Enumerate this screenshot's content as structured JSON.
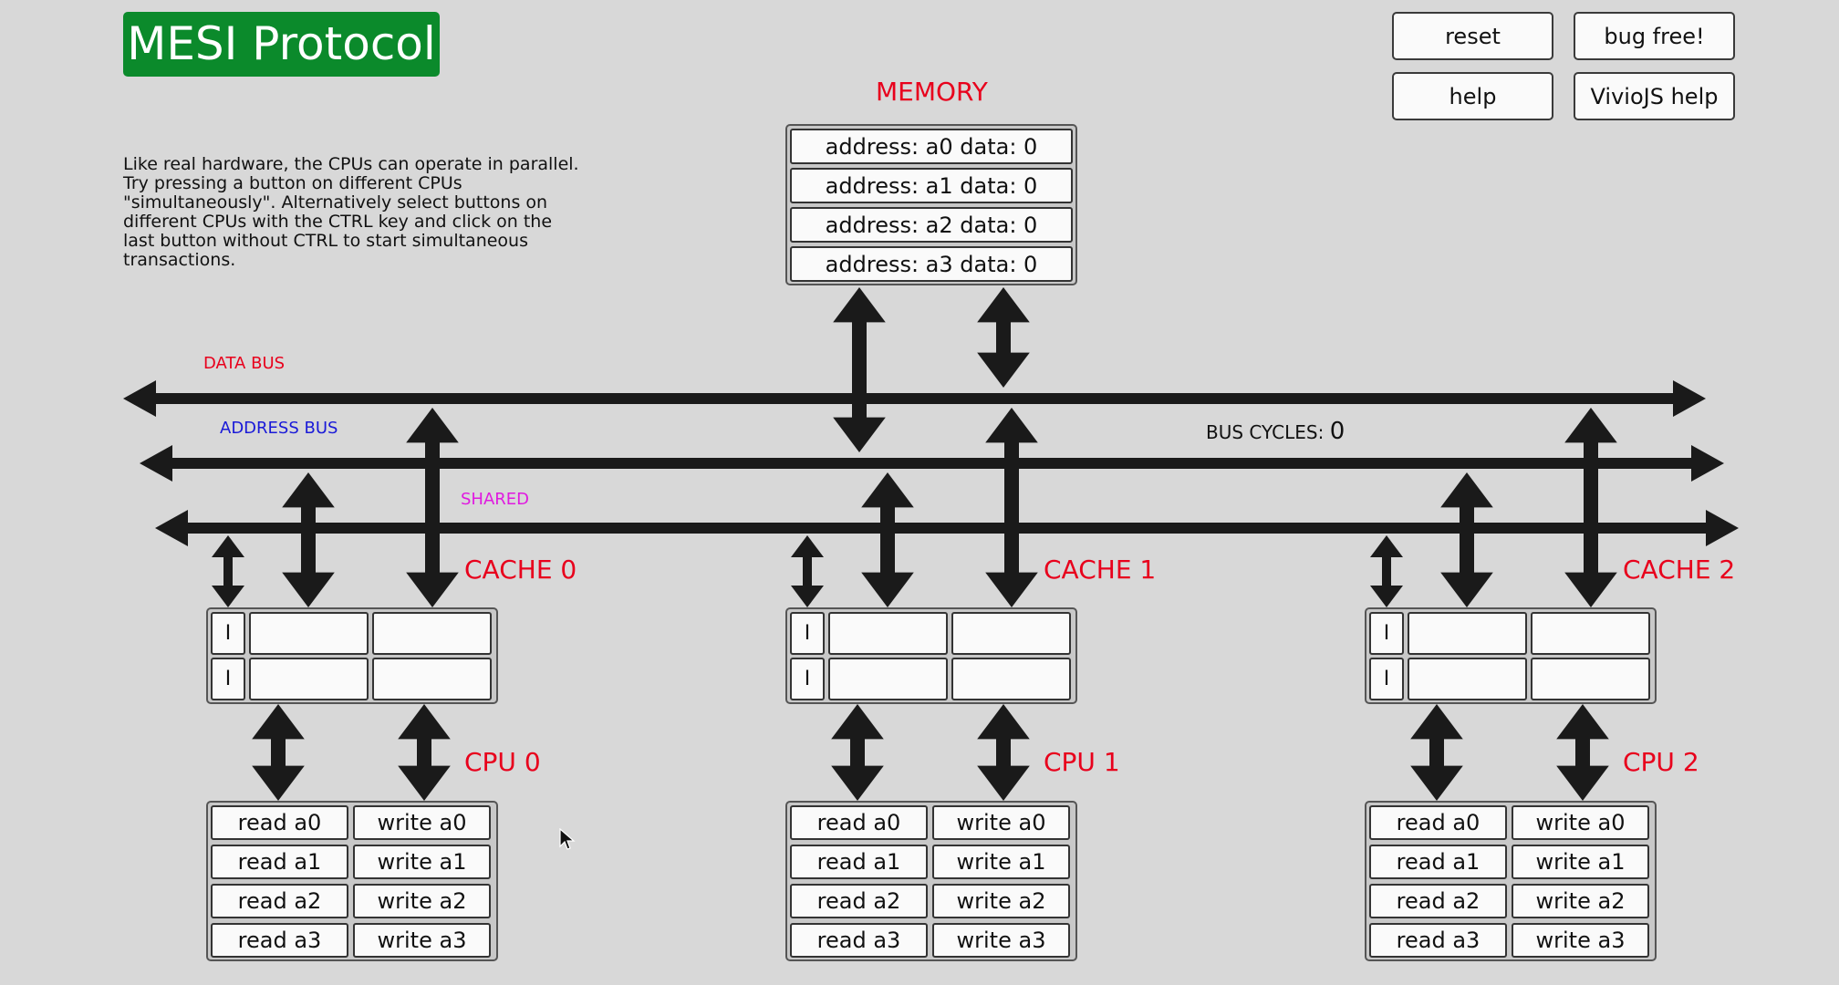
{
  "app": {
    "title": "MESI Protocol"
  },
  "top_buttons": {
    "reset": "reset",
    "bug_free": "bug free!",
    "help": "help",
    "viviojs_help": "VivioJS help"
  },
  "description": "Like real hardware, the CPUs can operate in parallel. Try pressing a button on different CPUs \"simultaneously\". Alternatively select buttons on different CPUs with the CTRL key and click on the last button without CTRL to start simultaneous transactions.",
  "memory": {
    "label": "MEMORY",
    "rows": [
      "address: a0 data: 0",
      "address: a1 data: 0",
      "address: a2 data: 0",
      "address: a3 data: 0"
    ]
  },
  "buses": {
    "data_bus": "DATA BUS",
    "address_bus": "ADDRESS BUS",
    "shared": "SHARED",
    "bus_cycles_label": "BUS CYCLES",
    "bus_cycles_sep": ":",
    "bus_cycles_value": "0"
  },
  "caches": [
    {
      "label": "CACHE 0",
      "lines": [
        {
          "state": "I",
          "address": "",
          "data": ""
        },
        {
          "state": "I",
          "address": "",
          "data": ""
        }
      ]
    },
    {
      "label": "CACHE 1",
      "lines": [
        {
          "state": "I",
          "address": "",
          "data": ""
        },
        {
          "state": "I",
          "address": "",
          "data": ""
        }
      ]
    },
    {
      "label": "CACHE 2",
      "lines": [
        {
          "state": "I",
          "address": "",
          "data": ""
        },
        {
          "state": "I",
          "address": "",
          "data": ""
        }
      ]
    }
  ],
  "cpus": [
    {
      "label": "CPU 0",
      "read": [
        "read a0",
        "read a1",
        "read a2",
        "read a3"
      ],
      "write": [
        "write a0",
        "write a1",
        "write a2",
        "write a3"
      ]
    },
    {
      "label": "CPU 1",
      "read": [
        "read a0",
        "read a1",
        "read a2",
        "read a3"
      ],
      "write": [
        "write a0",
        "write a1",
        "write a2",
        "write a3"
      ]
    },
    {
      "label": "CPU 2",
      "read": [
        "read a0",
        "read a1",
        "read a2",
        "read a3"
      ],
      "write": [
        "write a0",
        "write a1",
        "write a2",
        "write a3"
      ]
    }
  ],
  "colors": {
    "title_bg": "#0b8a2b",
    "label_red": "#e8001c",
    "data_bus": "#e8001c",
    "address_bus": "#1a1ad8",
    "shared": "#e01ae0",
    "arrow": "#1a1a1a"
  }
}
